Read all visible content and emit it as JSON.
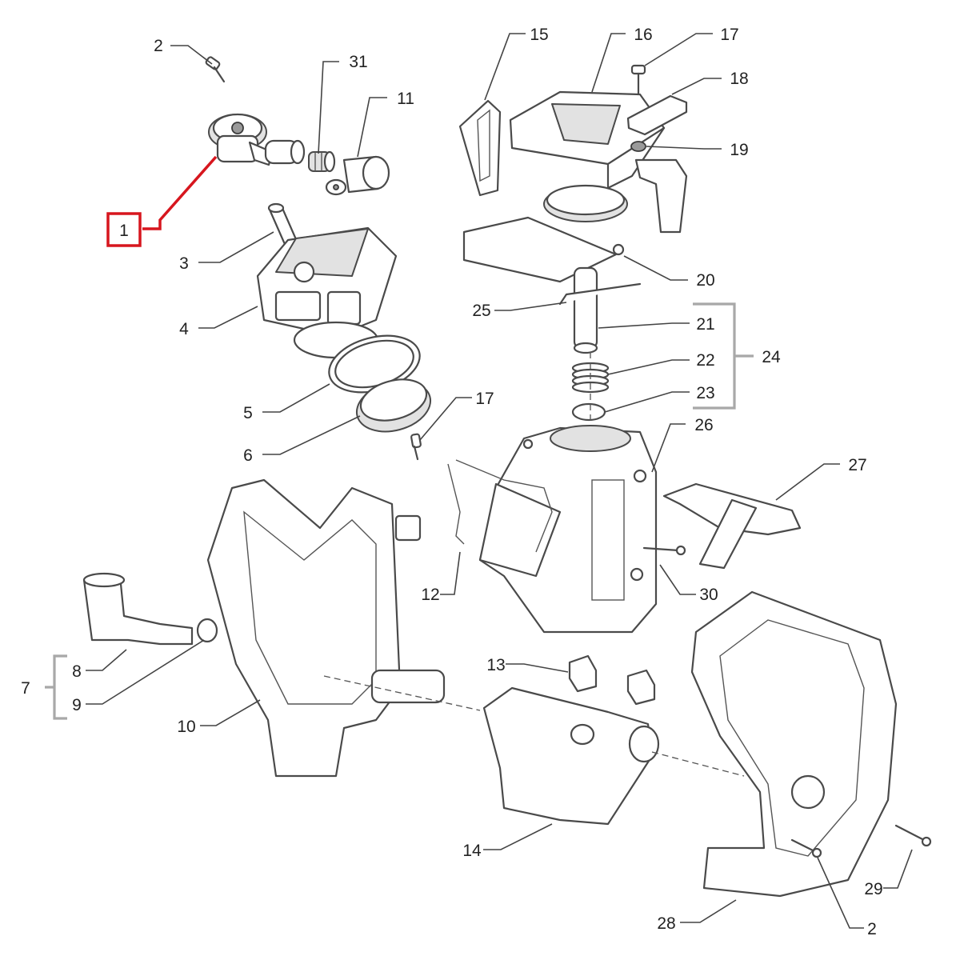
{
  "highlight_color": "#d7161e",
  "labels": {
    "l1": "1",
    "l2a": "2",
    "l2b": "2",
    "l3": "3",
    "l4": "4",
    "l5": "5",
    "l6": "6",
    "l7": "7",
    "l8": "8",
    "l9": "9",
    "l10": "10",
    "l11": "11",
    "l12": "12",
    "l13": "13",
    "l14": "14",
    "l15": "15",
    "l16": "16",
    "l17a": "17",
    "l17b": "17",
    "l18": "18",
    "l19": "19",
    "l20": "20",
    "l21": "21",
    "l22": "22",
    "l23": "23",
    "l24": "24",
    "l25": "25",
    "l26": "26",
    "l27": "27",
    "l28": "28",
    "l29": "29",
    "l30": "30",
    "l31": "31"
  }
}
